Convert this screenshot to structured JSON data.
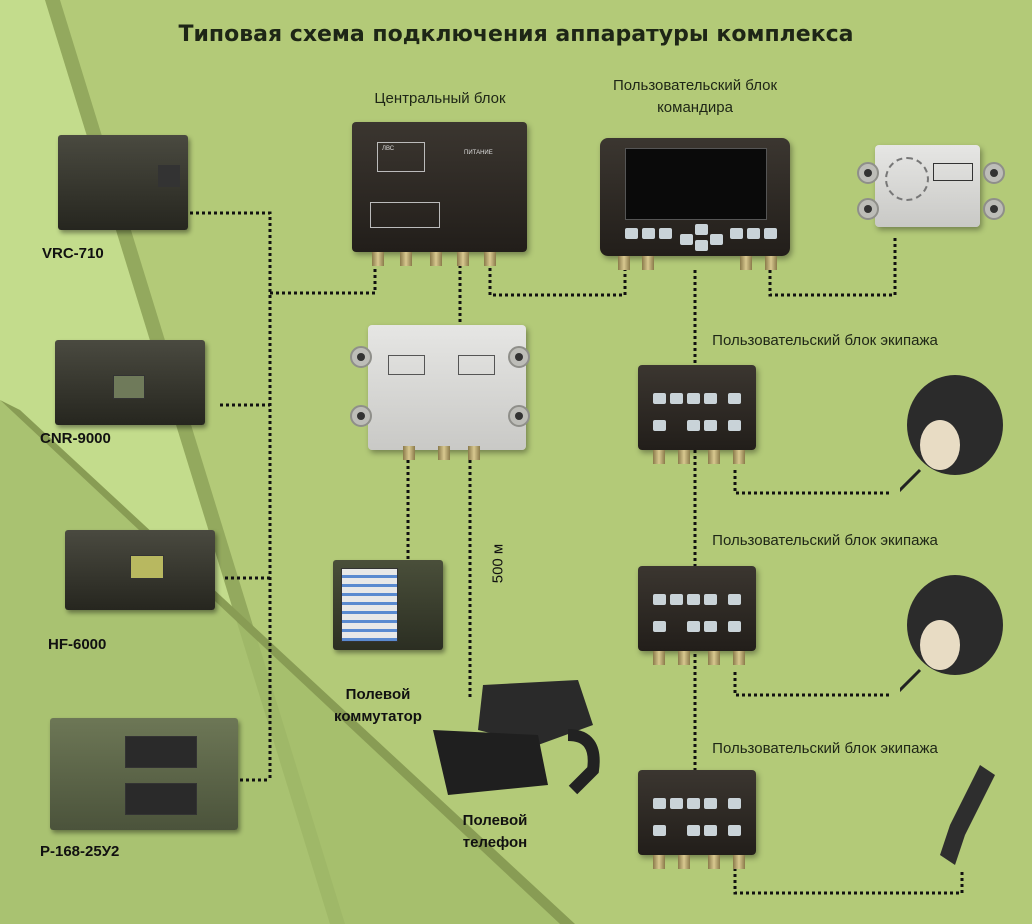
{
  "title": "Типовая схема подключения аппаратуры комплекса",
  "blocks": {
    "central": "Центральный блок",
    "commander": "Пользовательский блок командира",
    "crew": [
      "Пользовательский блок экипажа",
      "Пользовательский блок экипажа",
      "Пользовательский блок экипажа"
    ],
    "central_panel": [
      "ЛВС",
      "ПИТАНИЕ"
    ]
  },
  "radios": [
    "VRC-710",
    "CNR-9000",
    "HF-6000",
    "Р-168-25У2"
  ],
  "field": {
    "switchboard": "Полевой коммутатор",
    "phone": "Полевой телефон",
    "distance": "500 м"
  },
  "colors": {
    "background": "#b3ca78",
    "line": "#000000",
    "device_dark": "#2a2621",
    "device_light": "#d8d8d5"
  }
}
